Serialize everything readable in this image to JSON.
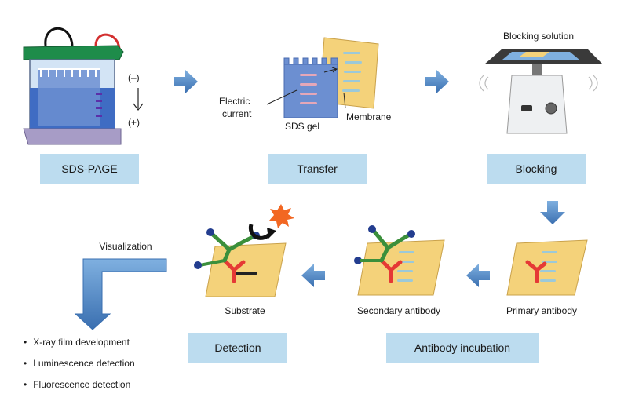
{
  "stages": {
    "sds_page": "SDS-PAGE",
    "transfer": "Transfer",
    "blocking": "Blocking",
    "detection": "Detection",
    "antibody_incubation": "Antibody incubation"
  },
  "labels": {
    "minus": "(–)",
    "plus": "(+)",
    "electric_current": "Electric current",
    "electric": "Electric",
    "current": "current",
    "sds_gel": "SDS gel",
    "membrane": "Membrane",
    "blocking_solution": "Blocking solution",
    "primary_antibody": "Primary antibody",
    "secondary_antibody": "Secondary  antibody",
    "substrate": "Substrate",
    "visualization": "Visualization"
  },
  "visualization_methods": [
    "X-ray film development",
    "Luminescence detection",
    "Fluorescence detection"
  ],
  "colors": {
    "stage_box": "#bcdcef",
    "arrow": "#4a84c4",
    "gel": "#6c8fd1",
    "membrane": "#f4d27a",
    "band": "#9cc9d8",
    "primary_antibody": "#e53935",
    "secondary_antibody": "#3b8f3b",
    "enzyme": "#233d8f",
    "star": "#f26722"
  }
}
